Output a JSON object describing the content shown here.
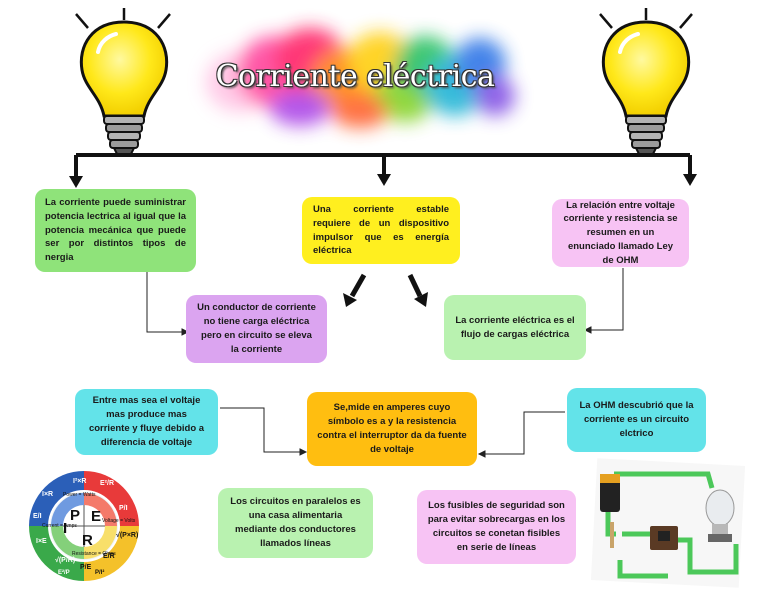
{
  "title": "Corriente eléctrica",
  "boxes": {
    "top_left": "La corriente puede suministrar potencia lectrica al igual que la potencia mecánica  que puede ser por distintos  tipos de nergia",
    "top_center": "Una corriente estable requiere de un dispositivo impulsor que es energía eléctrica",
    "top_right": "La relación entre voltaje corriente y resistencia se resumen en un enunciado llamado Ley de OHM",
    "mid_left": "Un conductor de corriente no tiene carga eléctrica pero en circuito se eleva la corriente",
    "mid_right": "La corriente eléctrica es el flujo de cargas eléctrica",
    "row3_left": "Entre mas sea el voltaje mas produce mas corriente y fluye debido a diferencia de voltaje",
    "row3_center": "Se,mide en amperes cuyo símbolo es a  y la resistencia contra el interruptor da da fuente de voltaje",
    "row3_right": "La OHM descubrió que la corriente es un circuito elctrico",
    "bottom_left": "Los circuitos en paralelos es una casa alimentaria mediante dos conductores llamados líneas",
    "bottom_right": "Los fusibles de seguridad son para evitar sobrecargas en los circuitos se conetan fisibles en serie de líneas"
  },
  "wheel": {
    "center_letters": [
      "P",
      "I",
      "E",
      "R"
    ],
    "outer_labels": [
      "I²×R",
      "E²/R",
      "P/I",
      "√(P×R)",
      "E/R",
      "P/E",
      "√(P/R)",
      "I×E",
      "E/I",
      "I×R",
      "P/I²",
      "E²/P"
    ],
    "inner_labels": [
      "Power = Watts",
      "Voltage = Volts",
      "Resistance = Ohms",
      "Current = Amps"
    ]
  },
  "colors": {
    "green": "#8fe37a",
    "light_green": "#b9f2b0",
    "yellow": "#ffef1f",
    "pink": "#f7c3f4",
    "purple": "#dba4f0",
    "cyan": "#63e3e9",
    "orange": "#ffbe10"
  }
}
